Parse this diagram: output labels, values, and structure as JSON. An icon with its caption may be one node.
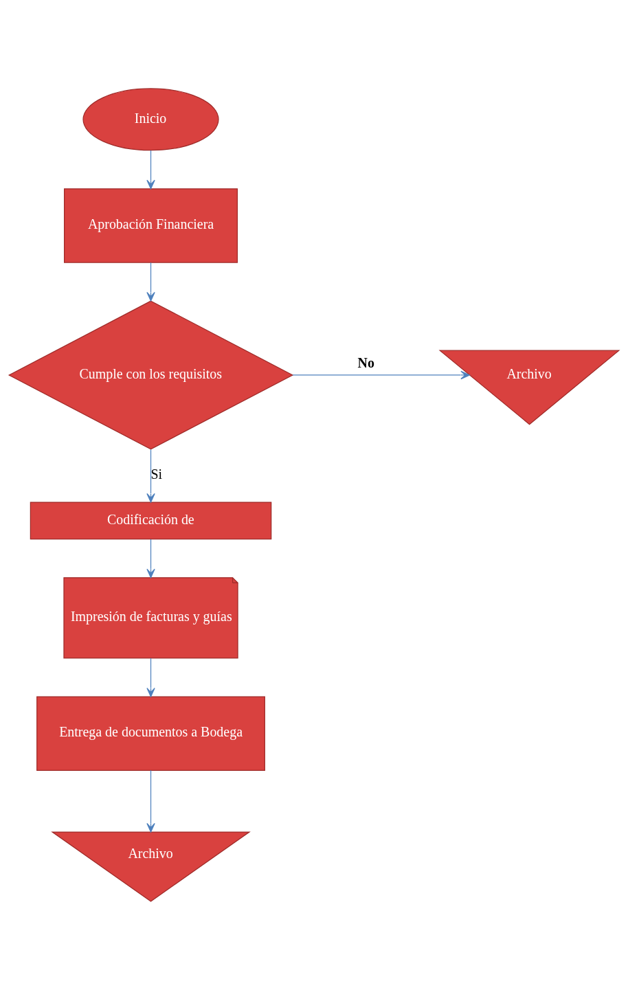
{
  "diagram": {
    "nodes": [
      {
        "text": [
          "Inicio"
        ]
      },
      {
        "text": [
          "Aprobación Financiera"
        ]
      },
      {
        "text": [
          "Cumple con los requisitos"
        ]
      },
      {
        "text": [
          "Archivo"
        ]
      },
      {
        "text": [
          "Codificación de"
        ]
      },
      {
        "text": [
          "Impresión de facturas y guías"
        ]
      },
      {
        "text": [
          "Entrega de documentos a Bodega"
        ]
      },
      {
        "text": [
          "Archivo"
        ]
      }
    ],
    "edges": [
      {
        "from": 0,
        "to": 1,
        "arrow": "to"
      },
      {
        "from": 1,
        "to": 2,
        "arrow": "to"
      },
      {
        "from": 2,
        "to": 3,
        "arrow": "to",
        "label": "No"
      },
      {
        "from": 2,
        "to": 4,
        "arrow": "to",
        "label": "Si"
      },
      {
        "from": 4,
        "to": 5,
        "arrow": "to"
      },
      {
        "from": 5,
        "to": 6,
        "arrow": "to"
      },
      {
        "from": 6,
        "to": 7,
        "arrow": "to"
      }
    ]
  }
}
